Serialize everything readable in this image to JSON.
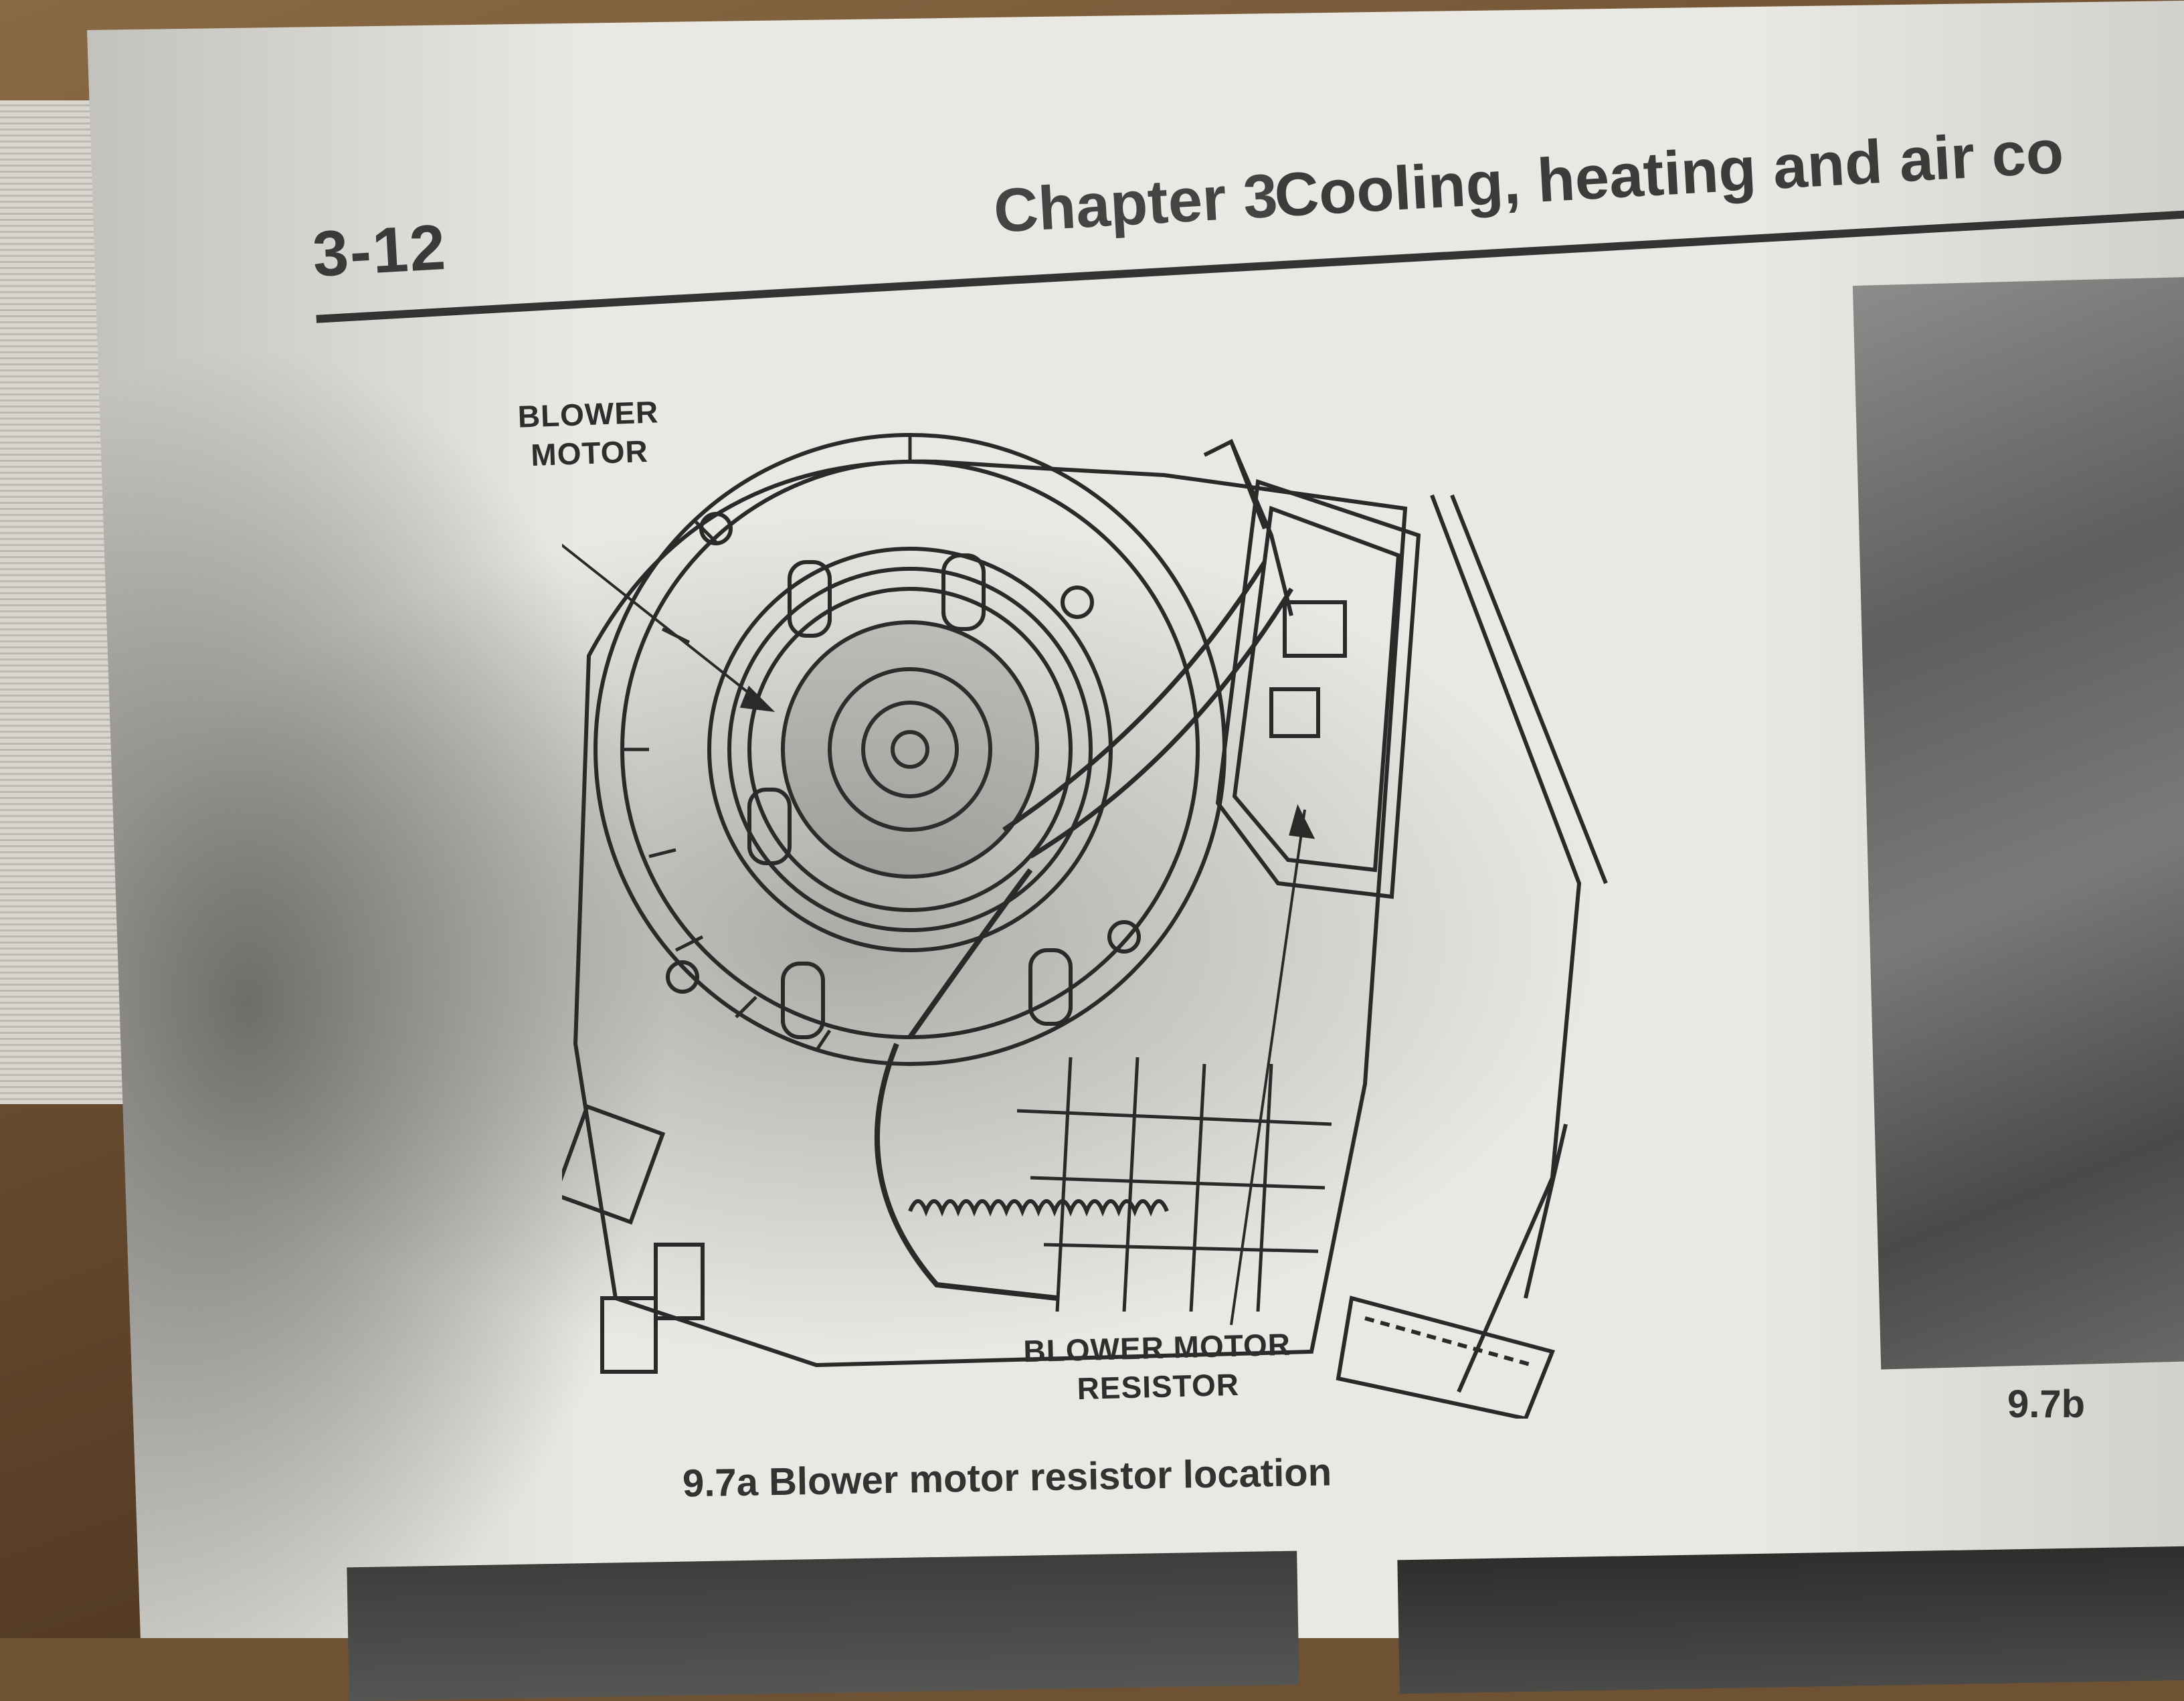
{
  "header": {
    "page_number": "3-12",
    "chapter_label": "Chapter 3",
    "chapter_title": "Cooling, heating and air co"
  },
  "figure_main": {
    "callout_blower": "BLOWER MOTOR",
    "callout_resistor": "BLOWER MOTOR RESISTOR",
    "caption": "9.7a Blower motor resistor location"
  },
  "figure_side": {
    "caption": "9.7b"
  }
}
